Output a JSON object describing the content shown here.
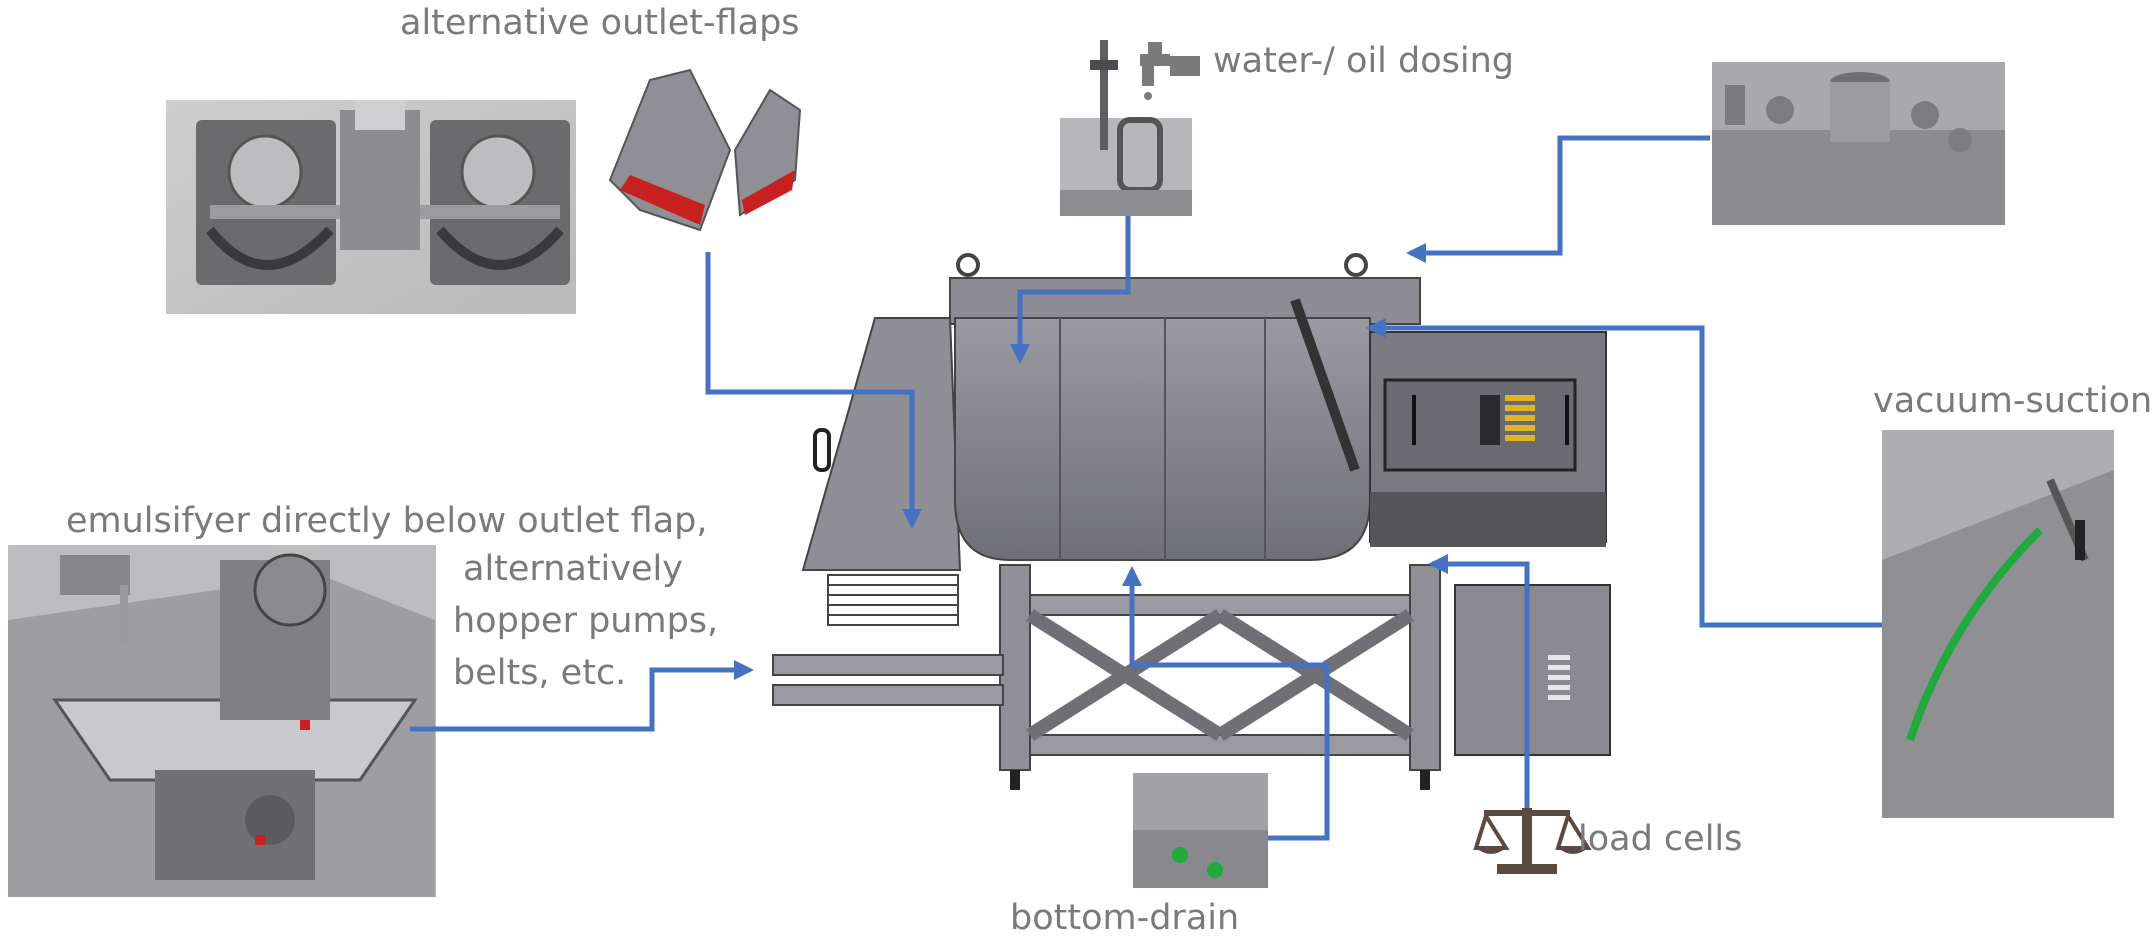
{
  "labels": {
    "alternative_outlet_flaps": "alternative outlet-flaps",
    "water_oil_dosing": "water-/ oil dosing",
    "vacuum_suction": "vacuum-suction",
    "emulsifier_line1": "emulsifyer directly below outlet flap,",
    "emulsifier_line2": "alternatively",
    "emulsifier_line3": "hopper pumps,",
    "emulsifier_line4": "belts, etc.",
    "load_cells": "load cells",
    "bottom_drain": "bottom-drain"
  },
  "icons": [
    "water-tap-icon",
    "scale-balance-icon"
  ],
  "colors": {
    "arrow": "#4472c4",
    "label_text": "#7a7a7a",
    "machine_steel": "#8a8a8f",
    "icon_dark": "#5a4a42",
    "hmi_yellow": "#e0b526",
    "valve_green": "#1faa3c",
    "flap_red": "#c8201f"
  }
}
